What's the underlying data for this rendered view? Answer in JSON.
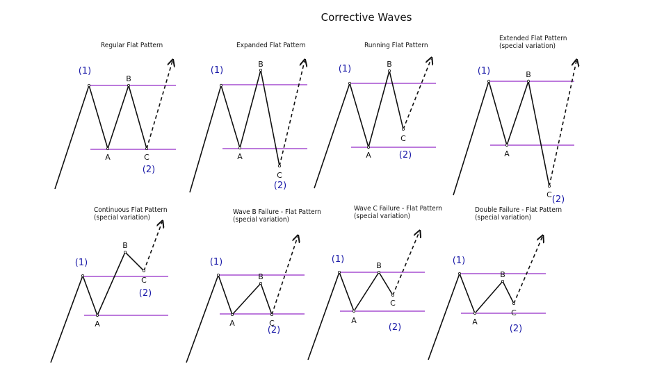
{
  "title": "Corrective Waves",
  "colors": {
    "level_line": "#a64fd1",
    "wave_label": "#1a1aa8",
    "line": "#111111"
  },
  "panels": [
    {
      "title_lines": [
        "Regular Flat Pattern"
      ],
      "points": {
        "a": "A",
        "b": "B",
        "c": "C"
      },
      "waves": {
        "w1": "(1)",
        "w2": "(2)"
      }
    },
    {
      "title_lines": [
        "Expanded Flat Pattern"
      ],
      "points": {
        "a": "A",
        "b": "B",
        "c": "C"
      },
      "waves": {
        "w1": "(1)",
        "w2": "(2)"
      }
    },
    {
      "title_lines": [
        "Running Flat Pattern"
      ],
      "points": {
        "a": "A",
        "b": "B",
        "c": "C"
      },
      "waves": {
        "w1": "(1)",
        "w2": "(2)"
      }
    },
    {
      "title_lines": [
        "Extended Flat Pattern",
        "(special variation)"
      ],
      "points": {
        "a": "A",
        "b": "B",
        "c": "C"
      },
      "waves": {
        "w1": "(1)",
        "w2": "(2)"
      }
    },
    {
      "title_lines": [
        "Continuous Flat Pattern",
        "(special variation)"
      ],
      "points": {
        "a": "A",
        "b": "B",
        "c": "C"
      },
      "waves": {
        "w1": "(1)",
        "w2": "(2)"
      }
    },
    {
      "title_lines": [
        "Wave B Failure - Flat Pattern",
        "(special variation)"
      ],
      "points": {
        "a": "A",
        "b": "B",
        "c": "C"
      },
      "waves": {
        "w1": "(1)",
        "w2": "(2)"
      }
    },
    {
      "title_lines": [
        "Wave C Failure - Flat Pattern",
        "(special variation)"
      ],
      "points": {
        "a": "A",
        "b": "B",
        "c": "C"
      },
      "waves": {
        "w1": "(1)",
        "w2": "(2)"
      }
    },
    {
      "title_lines": [
        "Double Failure - Flat Pattern",
        "(special variation)"
      ],
      "points": {
        "a": "A",
        "b": "B",
        "c": "C"
      },
      "waves": {
        "w1": "(1)",
        "w2": "(2)"
      }
    }
  ]
}
